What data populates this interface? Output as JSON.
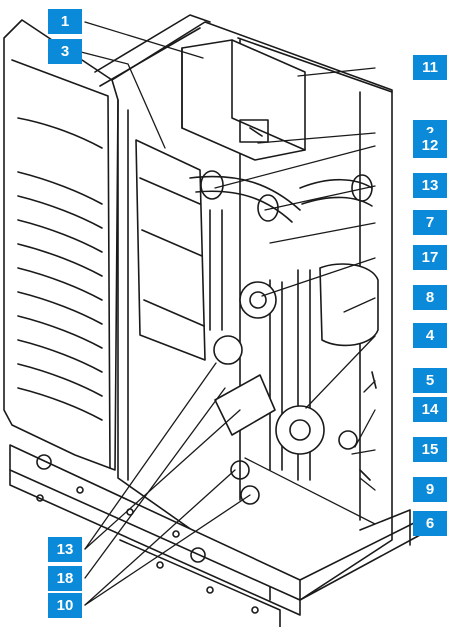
{
  "callouts": [
    "1",
    "3",
    "11",
    "2",
    "12",
    "13",
    "7",
    "17",
    "8",
    "4",
    "5",
    "14",
    "15",
    "9",
    "6",
    "13",
    "18",
    "10"
  ],
  "colors": {
    "badge": "#0a8ad8",
    "badge_text": "#ffffff",
    "line": "#1a1a1a"
  }
}
